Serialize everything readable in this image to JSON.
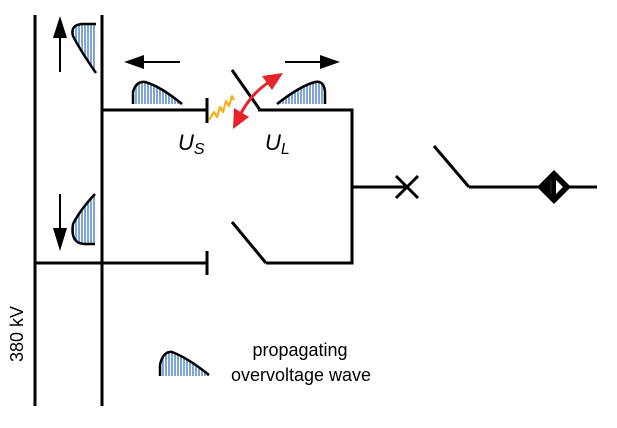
{
  "diagram": {
    "busbar_label": "380 kV",
    "source_voltage_label": {
      "main": "U",
      "sub": "S"
    },
    "load_voltage_label": {
      "main": "U",
      "sub": "L"
    },
    "legend": {
      "icon": "overvoltage-wave-icon",
      "line1": "propagating",
      "line2": "overvoltage wave"
    },
    "colors": {
      "line": "#000000",
      "wave_fill": "#a9c4e6",
      "wave_hatch": "#4f7fc0",
      "spark": "#f2b01e",
      "reflection_arrow": "#e8232a"
    },
    "components": [
      "double-busbar",
      "disconnector-open-upper",
      "disconnector-open-lower",
      "circuit-breaker",
      "earthing-switch",
      "cable-termination"
    ]
  }
}
